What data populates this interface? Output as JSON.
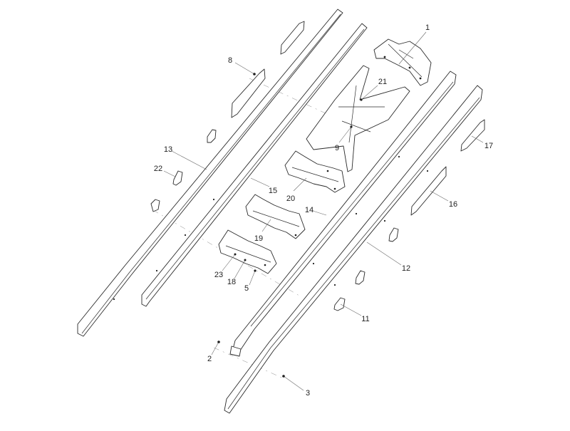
{
  "diagram": {
    "kind": "exploded-parts-view",
    "line_color": "#2a2a2a",
    "callouts": [
      {
        "id": "c1",
        "label": "1"
      },
      {
        "id": "c2",
        "label": "2"
      },
      {
        "id": "c3",
        "label": "3"
      },
      {
        "id": "c5",
        "label": "5"
      },
      {
        "id": "c8",
        "label": "8"
      },
      {
        "id": "c9",
        "label": "9"
      },
      {
        "id": "c11",
        "label": "11"
      },
      {
        "id": "c12",
        "label": "12"
      },
      {
        "id": "c13",
        "label": "13"
      },
      {
        "id": "c14",
        "label": "14"
      },
      {
        "id": "c15",
        "label": "15"
      },
      {
        "id": "c16",
        "label": "16"
      },
      {
        "id": "c17",
        "label": "17"
      },
      {
        "id": "c18",
        "label": "18"
      },
      {
        "id": "c19",
        "label": "19"
      },
      {
        "id": "c20",
        "label": "20"
      },
      {
        "id": "c21",
        "label": "21"
      },
      {
        "id": "c22",
        "label": "22"
      },
      {
        "id": "c23",
        "label": "23"
      }
    ]
  }
}
